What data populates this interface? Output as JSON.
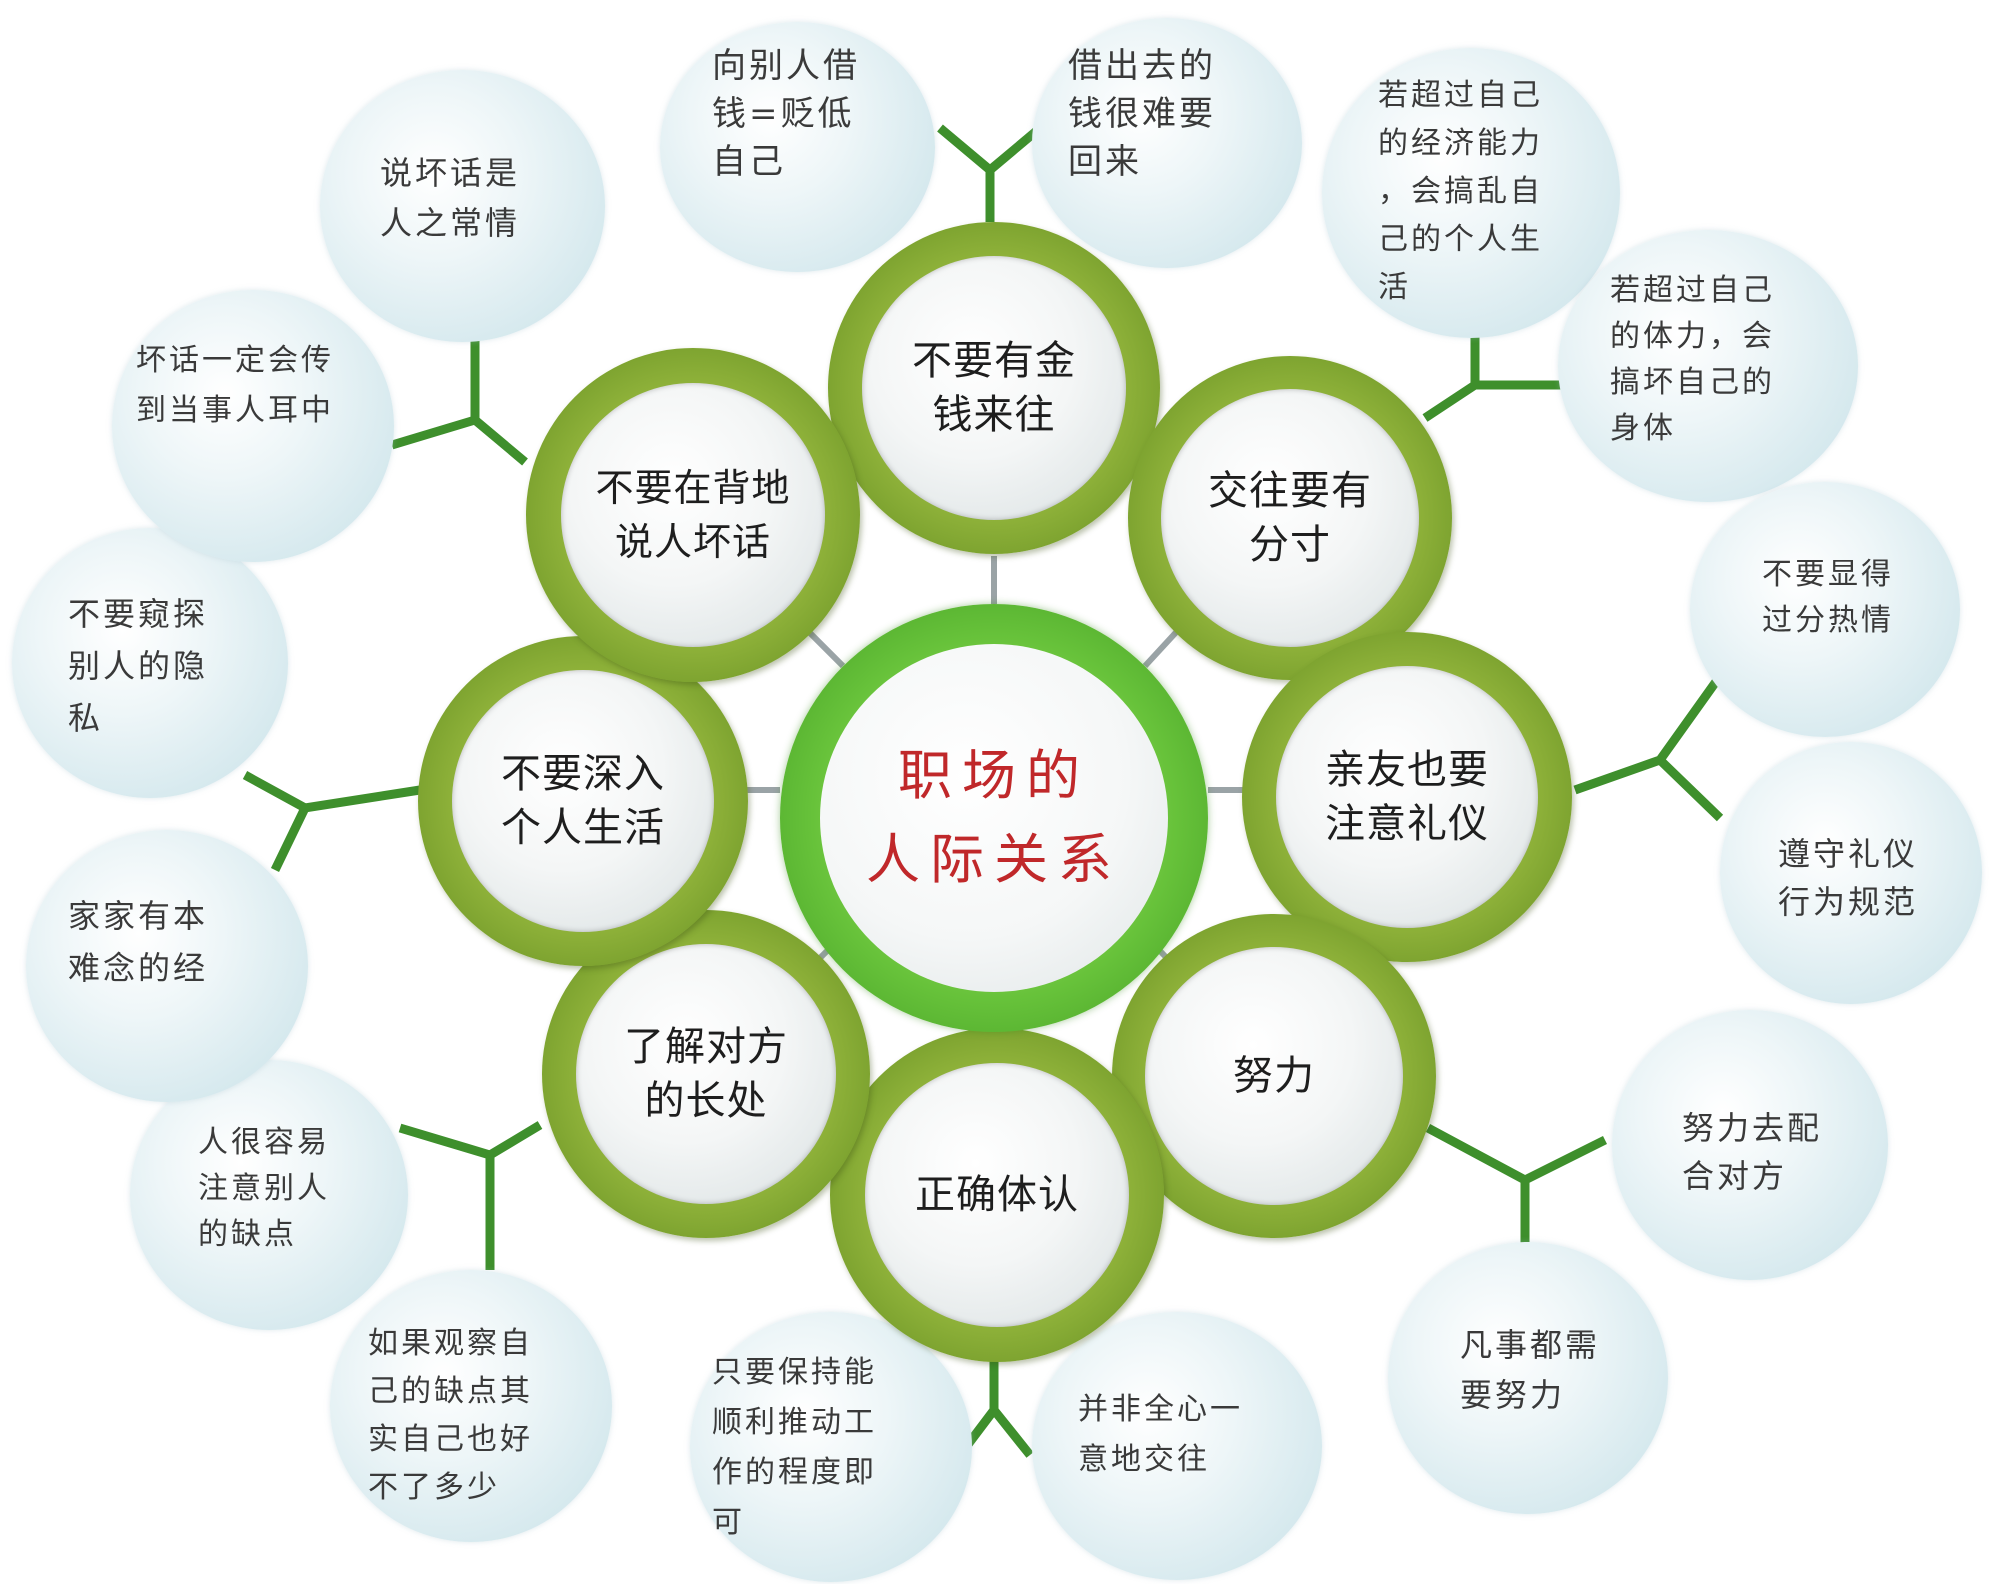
{
  "center": {
    "label": "职场的\n人际关系"
  },
  "nodes": {
    "money": {
      "label": "不要有金\n钱来往"
    },
    "measure": {
      "label": "交往要有\n分寸"
    },
    "etiquette": {
      "label": "亲友也要\n注意礼仪"
    },
    "effort": {
      "label": "努力"
    },
    "recognize": {
      "label": "正确体认"
    },
    "strengths": {
      "label": "了解对方\n的长处"
    },
    "private_life": {
      "label": "不要深入\n个人生活"
    },
    "gossip": {
      "label": "不要在背地\n说人坏话"
    }
  },
  "bubbles": {
    "money_a": {
      "text": "向别人借\n钱=贬低\n自己"
    },
    "money_b": {
      "text": "借出去的\n钱很难要\n回来"
    },
    "measure_a": {
      "text": "若超过自己\n的经济能力\n，会搞乱自\n己的个人生\n活"
    },
    "measure_b": {
      "text": "若超过自己\n的体力，会\n搞坏自己的\n身体"
    },
    "etiquette_a": {
      "text": "不要显得\n过分热情"
    },
    "etiquette_b": {
      "text": "遵守礼仪\n行为规范"
    },
    "effort_a": {
      "text": "努力去配\n合对方"
    },
    "effort_b": {
      "text": "凡事都需\n要努力"
    },
    "recognize_a": {
      "text": "只要保持能\n顺利推动工\n作的程度即\n可"
    },
    "recognize_b": {
      "text": "并非全心一\n意地交往"
    },
    "strengths_a": {
      "text": "人很容易\n注意别人\n的缺点"
    },
    "strengths_b": {
      "text": "如果观察自\n己的缺点其\n实自己也好\n不了多少"
    },
    "private_a": {
      "text": "不要窥探\n别人的隐\n私"
    },
    "private_b": {
      "text": "家家有本\n难念的经"
    },
    "gossip_a": {
      "text": "说坏话是\n人之常情"
    },
    "gossip_b": {
      "text": "坏话一定会传\n到当事人耳中"
    }
  },
  "colors": {
    "ring_green": "#8fb23a",
    "center_green": "#67c23a",
    "connector_green": "#3e8f2c",
    "spoke_gray": "#9aa3a6",
    "center_text": "#c0282a"
  }
}
